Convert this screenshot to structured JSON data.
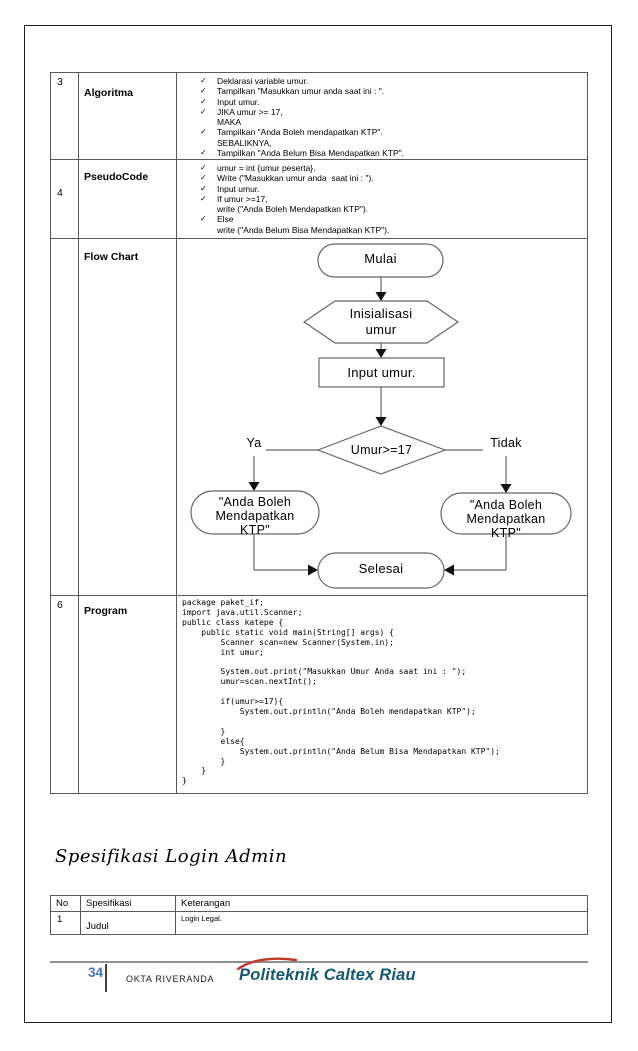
{
  "check_glyph": "✓",
  "spec_table": {
    "algoritma_row": {
      "num": "3",
      "label": "Algoritma",
      "items": [
        {
          "mark": "✓",
          "text": "Deklarasi variable umur."
        },
        {
          "mark": "✓",
          "text": "Tampilkan \"Masukkan umur anda saat ini : \"."
        },
        {
          "mark": "✓",
          "text": "Input umur."
        },
        {
          "mark": "✓",
          "text": "JIKA umur >= 17,"
        },
        {
          "mark": "",
          "text": "MAKA"
        },
        {
          "mark": "✓",
          "text": "Tampilkan \"Anda Boleh mendapatkan KTP\"."
        },
        {
          "mark": "",
          "text": "SEBALIKNYA,"
        },
        {
          "mark": "✓",
          "text": "Tampilkan \"Anda Belum Bisa Mendapatkan KTP\"."
        }
      ]
    },
    "pseudocode_row": {
      "num": "4",
      "label": "PseudoCode",
      "items": [
        {
          "mark": "✓",
          "text": "umur = int {umur peserta}."
        },
        {
          "mark": "✓",
          "text": "Write (\"Masukkan umur anda  saat ini : \")."
        },
        {
          "mark": "✓",
          "text": "Input umur."
        },
        {
          "mark": "✓",
          "text": "If umur >=17,"
        },
        {
          "mark": "",
          "text": "write (\"Anda Boleh Mendapatkan KTP\")."
        },
        {
          "mark": "✓",
          "text": "Else"
        },
        {
          "mark": "",
          "text": "write (\"Anda Belum Bisa Mendapatkan KTP\")."
        }
      ]
    },
    "flowchart_row": {
      "num": "",
      "label": "Flow Chart"
    },
    "program_row": {
      "num": "6",
      "label": "Program",
      "code": "package paket_if;\nimport java.util.Scanner;\npublic class katepe {\n    public static void main(String[] args) {\n        Scanner scan=new Scanner(System.in);\n        int umur;\n\n        System.out.print(\"Masukkan Umur Anda saat ini : \");\n        umur=scan.nextInt();\n\n        if(umur>=17){\n            System.out.println(\"Anda Boleh mendapatkan KTP\");\n\n        }\n        else{\n            System.out.println(\"Anda Belum Bisa Mendapatkan KTP\");\n        }\n    }\n}"
    }
  },
  "flowchart": {
    "start": "Mulai",
    "init": "Inisialisasi\numur",
    "input": "Input umur.",
    "decision": "Umur>=17",
    "branch_yes": "Ya",
    "branch_no": "Tidak",
    "result_yes": "\"Anda Boleh\nMendapatkan\nKTP\"",
    "result_no": "\"Anda Boleh\nMendapatkan\nKTP\"",
    "end": "Selesai"
  },
  "heading": "Spesifikasi Login Admin",
  "login_table": {
    "headers": [
      "No",
      "Spesifikasi",
      "Keterangan"
    ],
    "rows": [
      {
        "no": "1",
        "spesifikasi": "Judul",
        "keterangan": "Login Legal."
      }
    ]
  },
  "footer": {
    "page_number": "34",
    "author": "OKTA RIVERANDA",
    "logo_text": "Politeknik Caltex Riau",
    "page_number_color": "#4472c4",
    "logo_color": "#15586e",
    "swoosh_color": "#c0392b"
  }
}
